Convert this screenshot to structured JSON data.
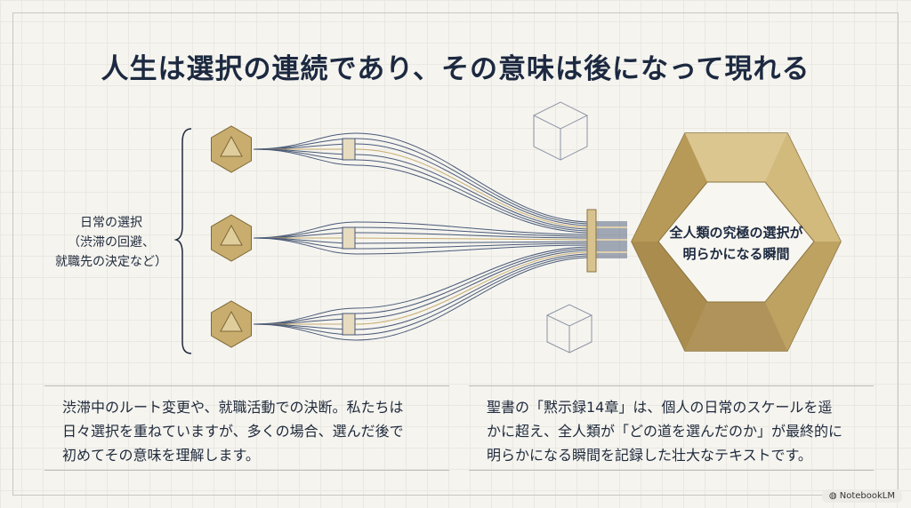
{
  "title": "人生は選択の連続であり、その意味は後になって現れる",
  "left_label": {
    "line1": "日常の選択",
    "line2": "（渋滞の回避、",
    "line3": "就職先の決定など）"
  },
  "center_label": {
    "line1": "全人類の究極の選択が",
    "line2": "明らかになる瞬間"
  },
  "box_left": {
    "line1": "渋滞中のルート変更や、就職活動での決断。私たちは",
    "line2": "日々選択を重ねていますが、多くの場合、選んだ後で",
    "line3": "初めてその意味を理解します。"
  },
  "box_right": {
    "line1": "聖書の「黙示録14章」は、個人の日常のスケールを遥",
    "line2": "かに超え、全人類が「どの道を選んだのか」が最終的に",
    "line3": "明らかになる瞬間を記録した壮大なテキストです。"
  },
  "badge": "NotebookLM",
  "colors": {
    "gold": "#c8ad6e",
    "navy": "#1c2940",
    "line": "#4a5a78"
  }
}
